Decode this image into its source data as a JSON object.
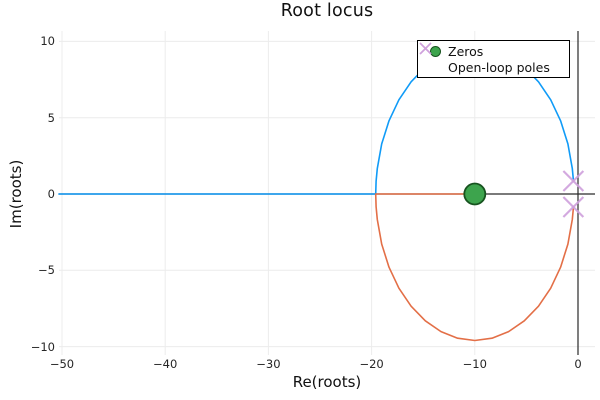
{
  "chart_data": {
    "type": "line",
    "title": "Root locus",
    "xlabel": "Re(roots)",
    "ylabel": "Im(roots)",
    "xlim": [
      -50,
      0
    ],
    "ylim": [
      -10,
      10
    ],
    "grid": true,
    "frame_style": "zerolines",
    "xticks": {
      "values": [
        -50,
        -40,
        -30,
        -20,
        -10,
        0
      ],
      "labels": [
        "−50",
        "−40",
        "−30",
        "−20",
        "−10",
        "0"
      ]
    },
    "yticks": {
      "values": [
        -10,
        -5,
        0,
        5,
        10
      ],
      "labels": [
        "−10",
        "−5",
        "0",
        "5",
        "10"
      ]
    },
    "legend": {
      "position": "top-right",
      "entries": [
        {
          "label": "Zeros",
          "marker": "circle",
          "color": "#3DA44D"
        },
        {
          "label": "Open-loop poles",
          "marker": "x",
          "color": "#CFA0DC"
        }
      ]
    },
    "zeros": [
      {
        "re": -10,
        "im": 0
      }
    ],
    "poles": [
      {
        "re": -0.45,
        "im": 0.85
      },
      {
        "re": -0.45,
        "im": -0.85
      }
    ],
    "branches": [
      {
        "name": "branch-upper-to-infinity",
        "color": "#109BF7",
        "points": [
          [
            -0.44,
            0.84
          ],
          [
            -0.55,
            1.67
          ],
          [
            -0.98,
            3.28
          ],
          [
            -1.69,
            4.8
          ],
          [
            -2.65,
            6.17
          ],
          [
            -3.83,
            7.35
          ],
          [
            -5.2,
            8.31
          ],
          [
            -6.72,
            9.02
          ],
          [
            -8.33,
            9.45
          ],
          [
            -10.0,
            9.6
          ],
          [
            -11.67,
            9.45
          ],
          [
            -13.28,
            9.02
          ],
          [
            -14.8,
            8.31
          ],
          [
            -16.17,
            7.35
          ],
          [
            -17.35,
            6.17
          ],
          [
            -18.31,
            4.8
          ],
          [
            -19.02,
            3.28
          ],
          [
            -19.45,
            1.67
          ],
          [
            -19.56,
            0.84
          ],
          [
            -19.6,
            0.0
          ],
          [
            -50.3,
            0.0
          ]
        ]
      },
      {
        "name": "branch-lower-to-zero",
        "color": "#E36F47",
        "points": [
          [
            -0.44,
            -0.84
          ],
          [
            -0.55,
            -1.67
          ],
          [
            -0.98,
            -3.28
          ],
          [
            -1.69,
            -4.8
          ],
          [
            -2.65,
            -6.17
          ],
          [
            -3.83,
            -7.35
          ],
          [
            -5.2,
            -8.31
          ],
          [
            -6.72,
            -9.02
          ],
          [
            -8.33,
            -9.45
          ],
          [
            -10.0,
            -9.6
          ],
          [
            -11.67,
            -9.45
          ],
          [
            -13.28,
            -9.02
          ],
          [
            -14.8,
            -8.31
          ],
          [
            -16.17,
            -7.35
          ],
          [
            -17.35,
            -6.17
          ],
          [
            -18.31,
            -4.8
          ],
          [
            -19.02,
            -3.28
          ],
          [
            -19.45,
            -1.67
          ],
          [
            -19.56,
            -0.84
          ],
          [
            -19.6,
            0.0
          ],
          [
            -10.0,
            0.0
          ]
        ]
      }
    ],
    "colors": {
      "grid": "#ECECEC",
      "zeroline": "#2A2A2A",
      "zero_fill": "#3DA44D",
      "zero_stroke": "#17531F",
      "pole": "#CFA0DC"
    }
  }
}
